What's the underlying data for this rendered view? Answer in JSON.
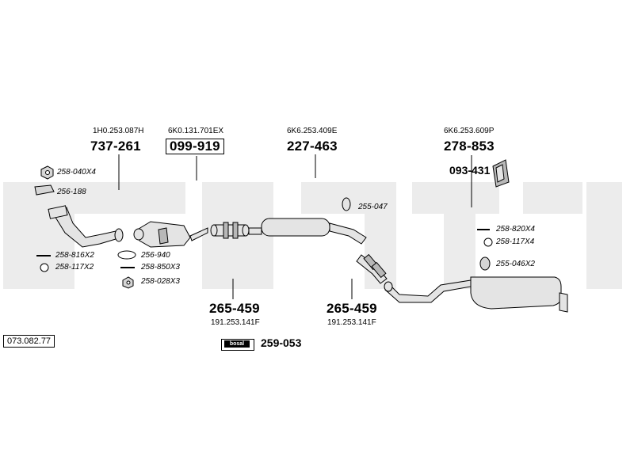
{
  "diagram_id": "073.082.77",
  "watermark": "bosal",
  "colors": {
    "watermark": "#ececec",
    "line": "#000000",
    "part_fill": "#e4e4e4",
    "part_fill_dark": "#b8b8b8"
  },
  "parts": [
    {
      "oem": "1H0.253.087H",
      "number": "737-261",
      "label": "front-pipe"
    },
    {
      "oem": "6K0.131.701EX",
      "number": "099-919",
      "label": "catalytic-converter",
      "boxed": true
    },
    {
      "oem": "6K6.253.409E",
      "number": "227-463",
      "label": "center-silencer"
    },
    {
      "oem": "6K6.253.609P",
      "number": "278-853",
      "label": "rear-silencer"
    },
    {
      "oem": "191.253.141F",
      "number": "265-459",
      "label": "clamp-left"
    },
    {
      "oem": "191.253.141F",
      "number": "265-459",
      "label": "clamp-right"
    }
  ],
  "extra_part": {
    "number": "093-431",
    "label": "heat-shield"
  },
  "accessory_kit": {
    "number": "259-053",
    "badge": "bosal"
  },
  "small_parts": [
    {
      "code": "258-040X4",
      "icon": "nut-icon"
    },
    {
      "code": "256-188",
      "icon": "gasket-icon"
    },
    {
      "code": "258-816X2",
      "icon": "bolt-icon"
    },
    {
      "code": "258-117X2",
      "icon": "washer-icon"
    },
    {
      "code": "256-940",
      "icon": "ring-gasket-icon"
    },
    {
      "code": "258-850X3",
      "icon": "bolt-icon"
    },
    {
      "code": "258-028X3",
      "icon": "nut-icon"
    },
    {
      "code": "255-047",
      "icon": "rubber-mount-icon"
    },
    {
      "code": "258-820X4",
      "icon": "bolt-icon"
    },
    {
      "code": "258-117X4",
      "icon": "washer-icon"
    },
    {
      "code": "255-046X2",
      "icon": "rubber-mount-icon"
    }
  ]
}
